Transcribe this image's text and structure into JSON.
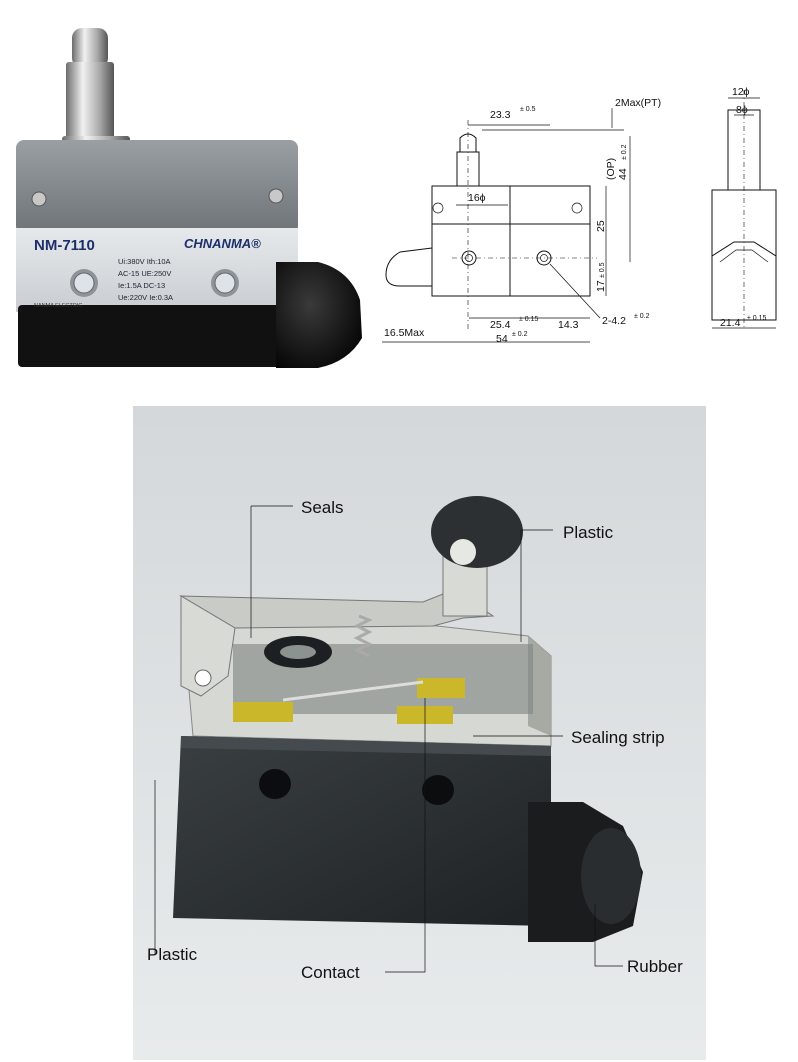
{
  "product_photo": {
    "model_label": "NM-7110",
    "brand_label": "CHNANMA®",
    "rating_lines": [
      "Ui:380V Ith:10A",
      "AC-15 UE:250V",
      "Ie:1.5A DC-13",
      "Ue:220V Ie:0.3A"
    ],
    "maker_label": "NANMA ELECTRIC"
  },
  "drawing": {
    "dim_23_3": "23.3",
    "tol_23_3": "± 0.5",
    "dim_2max": "2Max(PT)",
    "dim_op_label": "(OP)",
    "dim_44": "44",
    "tol_44": "± 0.2",
    "dim_16phi": "16ϕ",
    "dim_25": "25",
    "dim_17": "17",
    "tol_17": "± 0.5",
    "dim_16_5max": "16.5Max",
    "dim_25_4": "25.4",
    "tol_25_4": "± 0.15",
    "dim_14_3": "14.3",
    "dim_54": "54",
    "tol_54": "± 0.2",
    "dim_hole": "2-4.2",
    "tol_hole": "± 0.2",
    "dim_12phi": "12ϕ",
    "dim_8phi": "8ϕ",
    "dim_21_4": "21.4",
    "tol_21_4": "± 0.15"
  },
  "cutaway": {
    "labels": {
      "seals": "Seals",
      "plastic_top": "Plastic",
      "sealing_strip": "Sealing strip",
      "plastic_left": "Plastic",
      "contact": "Contact",
      "rubber": "Rubber"
    }
  }
}
